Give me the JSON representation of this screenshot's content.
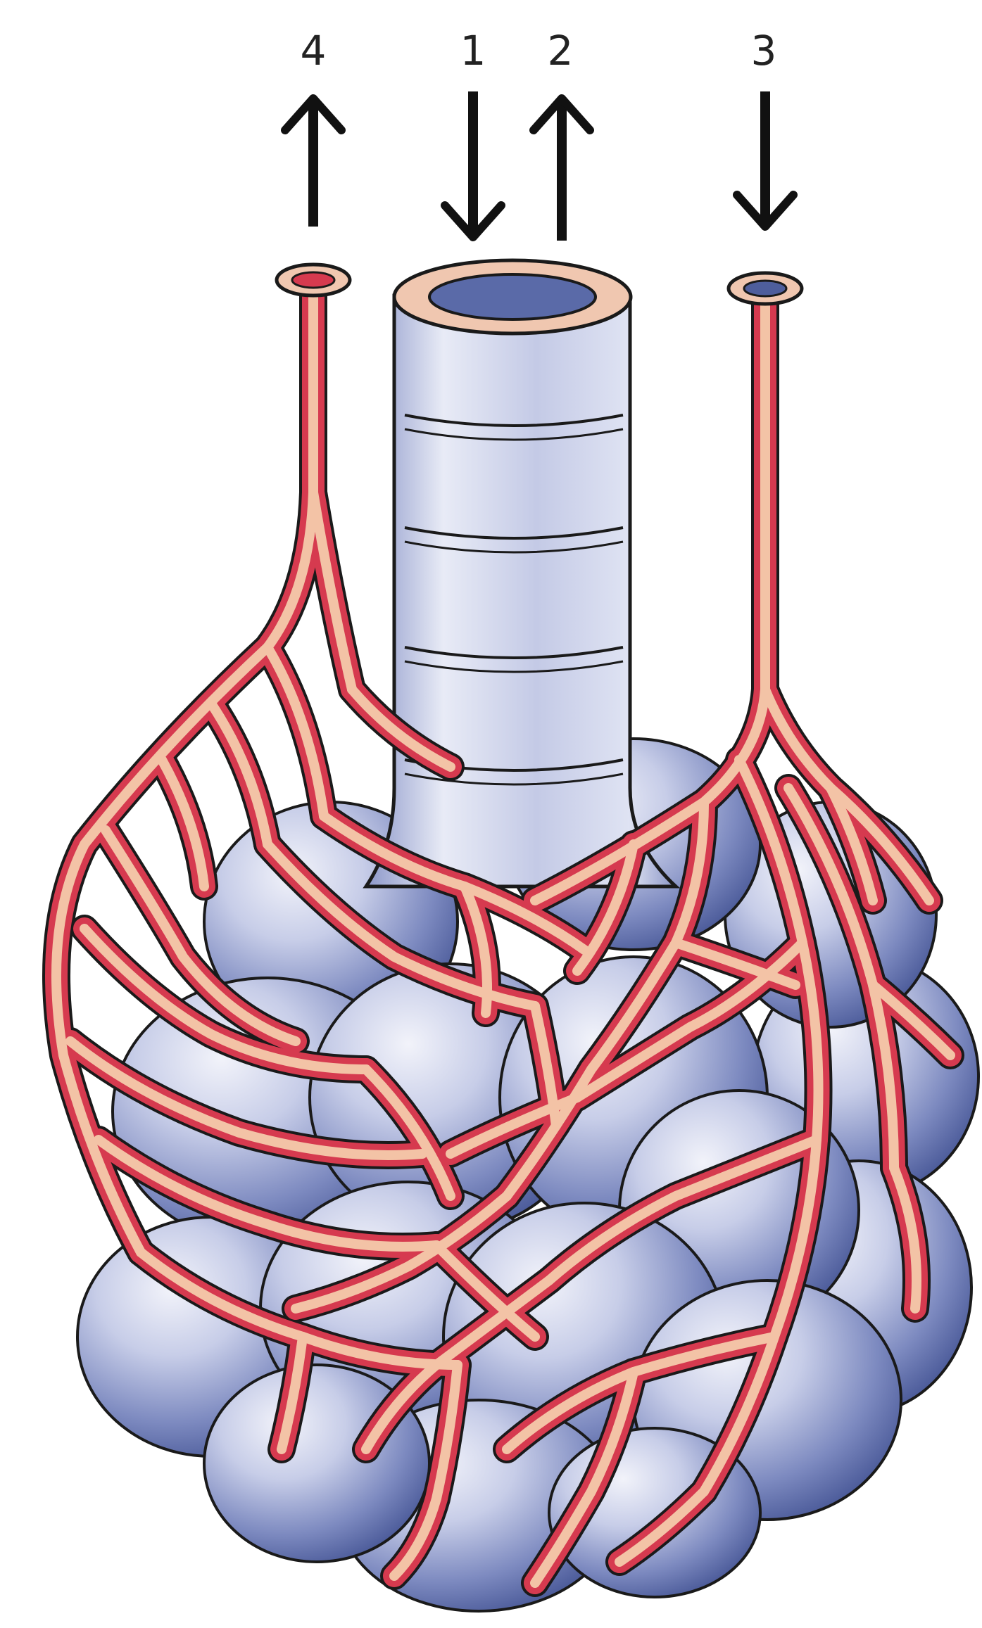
{
  "labels": {
    "label_1": "1",
    "label_2": "2",
    "label_3": "3",
    "label_4": "4"
  },
  "arrows": {
    "label_1": "down",
    "label_2": "up",
    "label_3": "down",
    "label_4": "up"
  },
  "colors": {
    "vessel_red": "#d63a4f",
    "vessel_core": "#f3c3a6",
    "alveolus_dark": "#4e5e9c",
    "alveolus_mid": "#9aa6d2",
    "alveolus_light": "#e4e7f4",
    "outline": "#1a1a1a"
  }
}
